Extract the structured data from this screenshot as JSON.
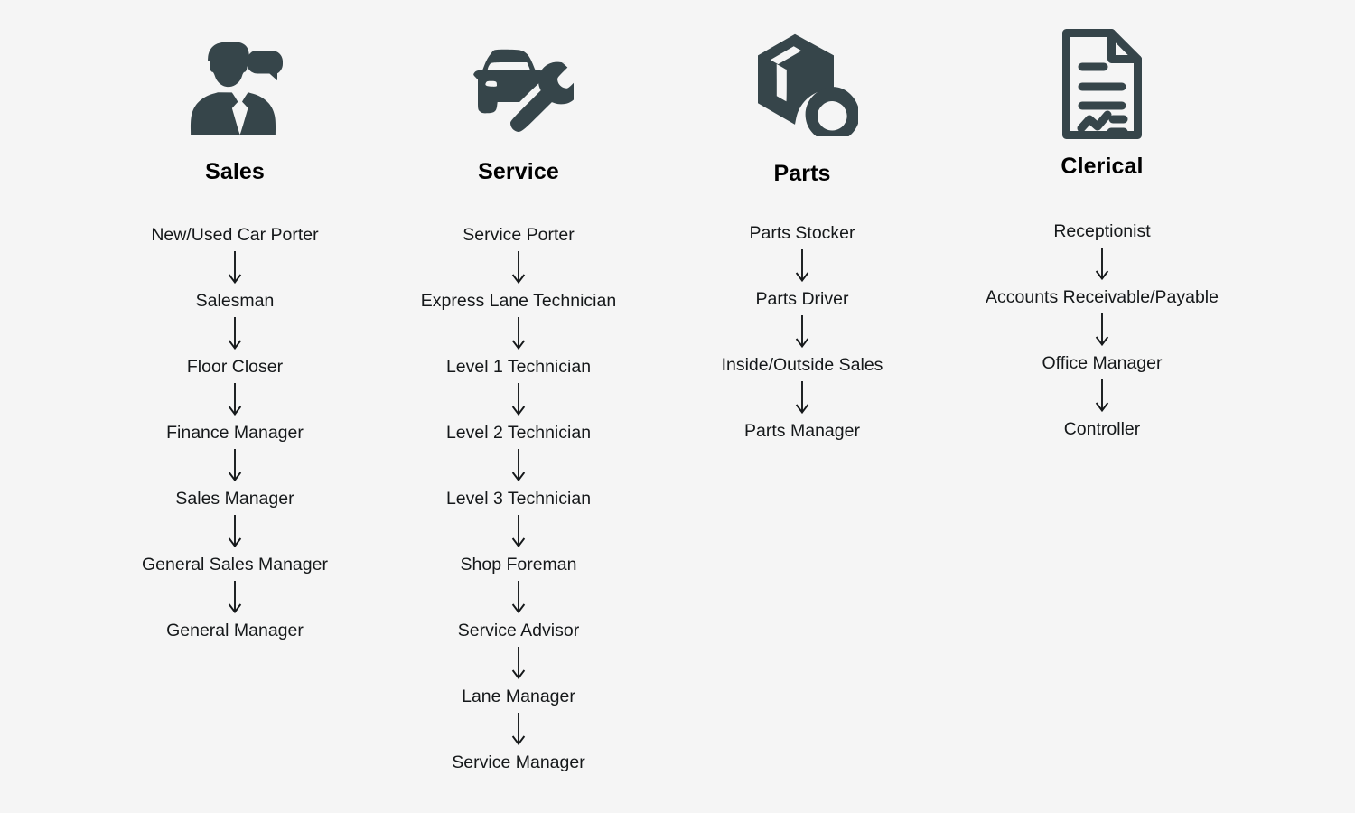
{
  "page": {
    "background_color": "#f5f5f5",
    "icon_color": "#36454a",
    "heading_color": "#000000",
    "text_color": "#15181a",
    "arrow_glyph": "down-arrow"
  },
  "columns": [
    {
      "id": "sales",
      "heading": "Sales",
      "icon": "salesperson-speech-bubble-icon",
      "steps": [
        "New/Used Car Porter",
        "Salesman",
        "Floor Closer",
        "Finance Manager",
        "Sales Manager",
        "General Sales Manager",
        "General Manager"
      ]
    },
    {
      "id": "service",
      "heading": "Service",
      "icon": "car-wrench-icon",
      "steps": [
        "Service Porter",
        "Express Lane Technician",
        "Level 1 Technician",
        "Level 2 Technician",
        "Level 3 Technician",
        "Shop Foreman",
        "Service Advisor",
        "Lane Manager",
        "Service Manager"
      ]
    },
    {
      "id": "parts",
      "heading": "Parts",
      "icon": "parts-box-nut-icon",
      "steps": [
        "Parts Stocker",
        "Parts Driver",
        "Inside/Outside Sales",
        "Parts Manager"
      ]
    },
    {
      "id": "clerical",
      "heading": "Clerical",
      "icon": "document-chart-icon",
      "steps": [
        "Receptionist",
        "Accounts Receivable/Payable",
        "Office Manager",
        "Controller"
      ]
    }
  ]
}
